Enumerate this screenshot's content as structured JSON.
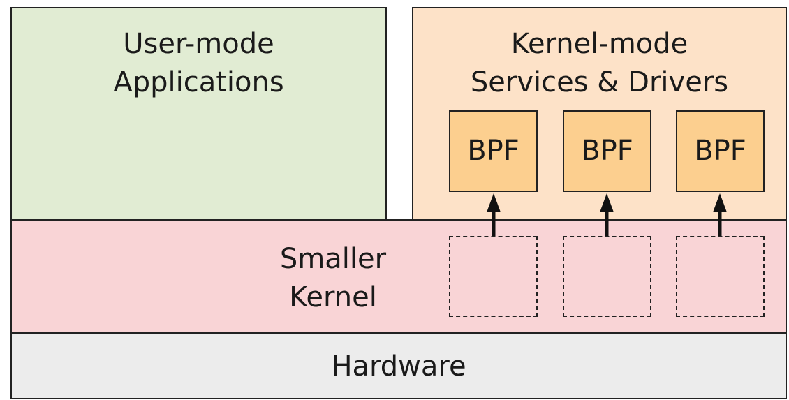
{
  "user_mode": {
    "lines": [
      "User-mode",
      "Applications"
    ],
    "color": "#e1ecd3"
  },
  "kernel_mode": {
    "lines": [
      "Kernel-mode",
      "Services & Drivers"
    ],
    "color": "#fde2c8"
  },
  "bpf_programs": [
    {
      "label": "BPF"
    },
    {
      "label": "BPF"
    },
    {
      "label": "BPF"
    }
  ],
  "smaller_kernel": {
    "lines": [
      "Smaller",
      "Kernel"
    ],
    "color": "#f9d4d6"
  },
  "hardware": {
    "label": "Hardware",
    "color": "#ececec"
  },
  "bpf_color": "#fccf8f"
}
